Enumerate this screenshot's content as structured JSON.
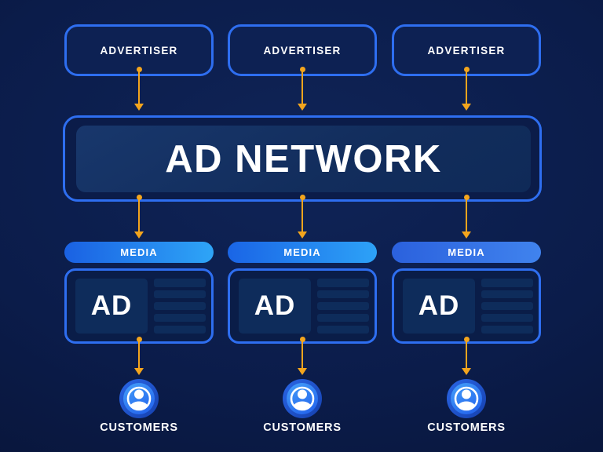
{
  "advertisers": [
    {
      "label": "ADVERTISER"
    },
    {
      "label": "ADVERTISER"
    },
    {
      "label": "ADVERTISER"
    }
  ],
  "network": {
    "title": "AD NETWORK"
  },
  "columns": [
    {
      "media_label": "MEDIA",
      "ad_label": "AD",
      "customers_label": "CUSTOMERS"
    },
    {
      "media_label": "MEDIA",
      "ad_label": "AD",
      "customers_label": "CUSTOMERS"
    },
    {
      "media_label": "MEDIA",
      "ad_label": "AD",
      "customers_label": "CUSTOMERS"
    }
  ],
  "colors": {
    "background_center": "#0F2457",
    "background_edge": "#071130",
    "box_border": "#2E6EF0",
    "advertiser_fill": "#0D2153",
    "network_fill": "#0B1C49",
    "network_panel": "#18376C",
    "card_fill": "#0A1D48",
    "card_inner": "#0E2C5B",
    "arrow": "#F3A51D",
    "media_gradient_start": "#1A61E3",
    "media_gradient_end": "#2EA5F7",
    "customer_circle_outer": "#1949BD",
    "customer_circle_inner": "#2E80F5",
    "text": "#FFFFFF"
  }
}
